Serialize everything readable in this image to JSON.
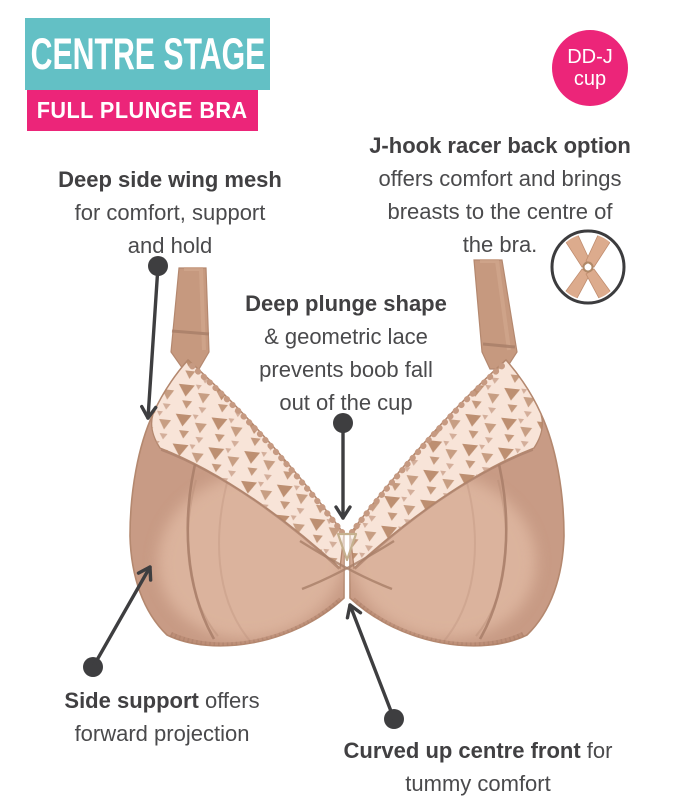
{
  "header": {
    "series_label": "CENTRE STAGE",
    "product_label": "FULL PLUNGE BRA",
    "cup_badge": {
      "line1": "DD-J",
      "line2": "cup"
    }
  },
  "annotations": {
    "side_wing": {
      "heading": "Deep side wing mesh",
      "lines": [
        "for comfort, support",
        "and hold"
      ]
    },
    "j_hook": {
      "heading": "J-hook racer back option",
      "lines": [
        "offers comfort and brings",
        "breasts to the centre of",
        "the bra."
      ]
    },
    "deep_plunge": {
      "heading": "Deep plunge shape",
      "lines": [
        "& geometric lace",
        "prevents boob fall",
        "out of the cup"
      ]
    },
    "side_support": {
      "heading": "Side support",
      "heading_suffix": " offers",
      "lines": [
        "forward projection"
      ]
    },
    "centre_front": {
      "heading": "Curved up centre front",
      "heading_suffix": " for",
      "lines": [
        "tummy comfort"
      ]
    }
  },
  "icons": {
    "racerback": "racerback-straps-icon"
  },
  "colors": {
    "teal_banner": "#63c0c5",
    "pink_banner": "#ec2579",
    "text_gray": "#4a4a4c",
    "arrow_gray": "#3e3e40",
    "bra_tan": "#c89b85",
    "bra_seam": "#a87e68",
    "lace_background": "#f8e4d8",
    "lace_motif": "#b78666",
    "charm_gold": "#c5b08e"
  }
}
